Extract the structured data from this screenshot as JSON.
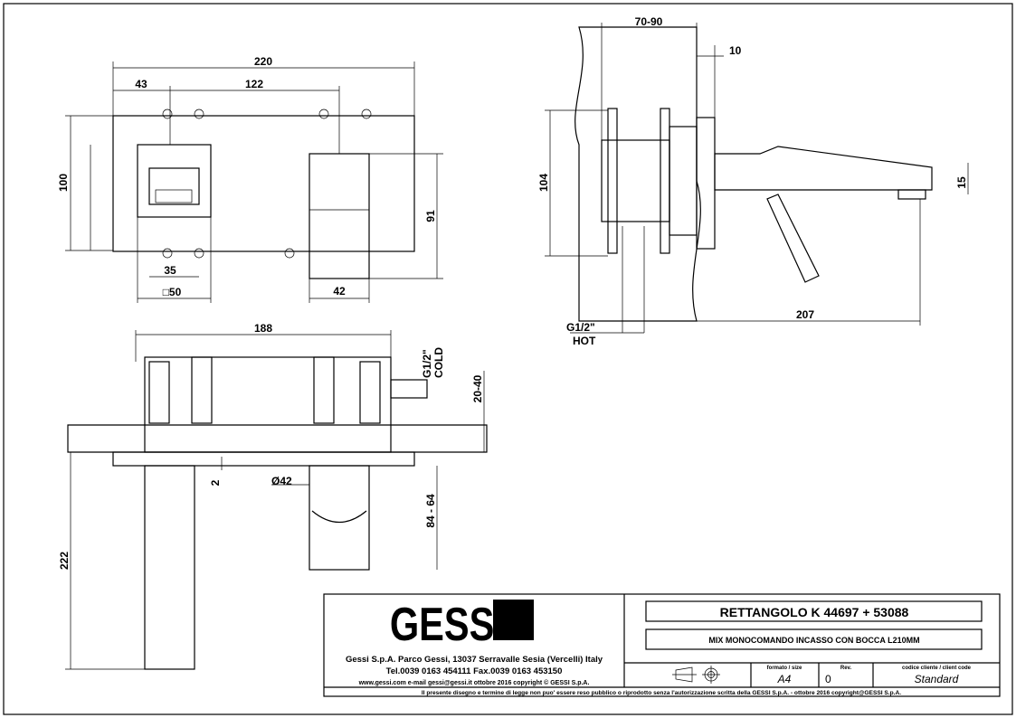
{
  "front_view": {
    "width_total": "220",
    "offset_left": "43",
    "handle_spout_distance": "122",
    "height": "100",
    "spout_height": "91",
    "handle_inner": "35",
    "handle_square": "□50",
    "spout_width": "42"
  },
  "side_view": {
    "wall_depth": "70-90",
    "plate_thickness": "10",
    "body_height": "104",
    "spout_thickness": "15",
    "spout_projection": "207",
    "hot_inlet": "G1/2\"",
    "hot_label": "HOT"
  },
  "top_view": {
    "body_width": "188",
    "cold_inlet": "G1/2\"",
    "cold_label": "COLD",
    "adjust_range": "20-40",
    "plate_gap": "2",
    "diameter": "Ø42",
    "handle_range": "84 - 64",
    "spout_length": "222"
  },
  "title_block": {
    "logo": "GESSI",
    "company_line": "Gessi S.p.A. Parco Gessi, 13037 Serravalle Sesia (Vercelli) Italy",
    "contact_line": "Tel.0039 0163 454111 Fax.0039 0163 453150",
    "web_line": "www.gessi.com e-mail gessi@gessi.it ottobre 2016 copyright © GESSI S.p.A.",
    "product_title": "RETTANGOLO K  44697 + 53088",
    "product_description": "MIX MONOCOMANDO INCASSO CON BOCCA L210MM",
    "format_label": "formato / size",
    "format_value": "A4",
    "rev_label": "Rev.",
    "rev_value": "0",
    "client_label": "codice cliente / client code",
    "client_value": "Standard",
    "disclaimer": "Il presente disegno e termine di legge non puo' essere reso pubblico o riprodotto senza l'autorizzazione scritta della GESSI S.p.A. - ottobre 2016 copyright@GESSI S.p.A."
  }
}
